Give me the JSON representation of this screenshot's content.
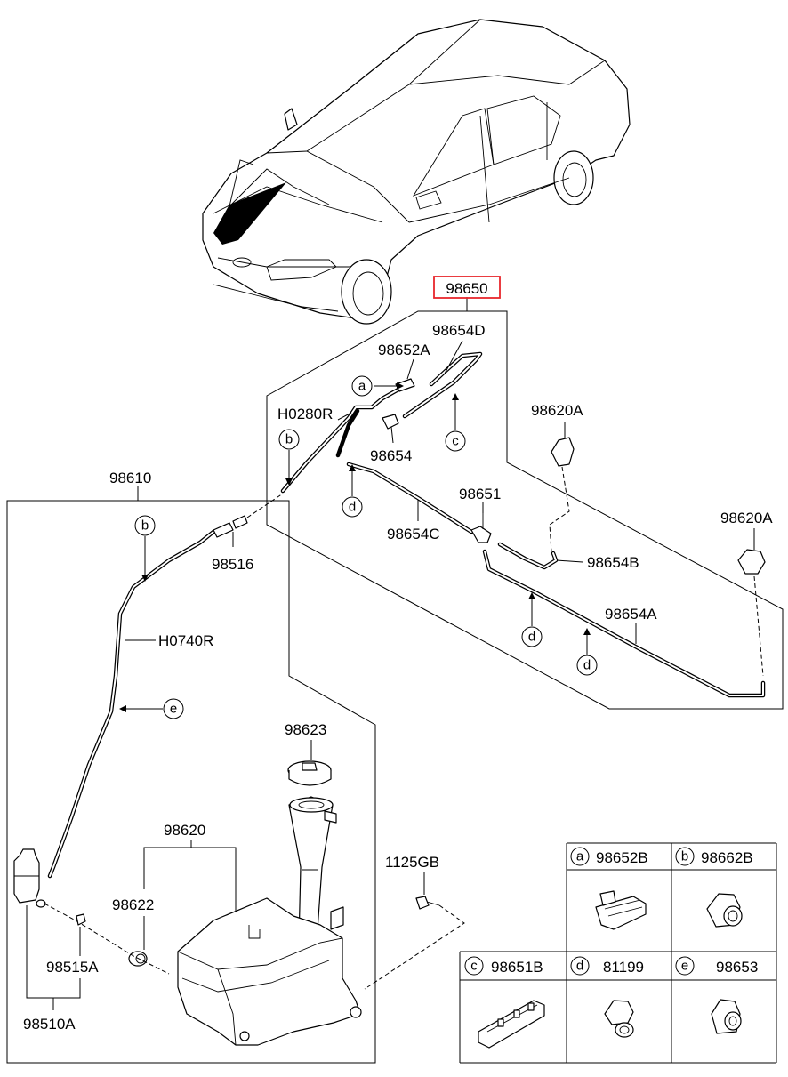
{
  "highlight_color": "#e8262c",
  "main_assembly": {
    "label": "98650"
  },
  "labels": {
    "hose_98654D": "98654D",
    "connector_98652A": "98652A",
    "hose_H0280R": "H0280R",
    "tee_98654": "98654",
    "nozzle_98620A_1": "98620A",
    "nozzle_98620A_2": "98620A",
    "check_valve_98651": "98651",
    "hose_98654C": "98654C",
    "hose_98654B": "98654B",
    "hose_98654A": "98654A",
    "hose_assy_98610": "98610",
    "connector_98516": "98516",
    "hose_H0740R": "H0740R",
    "cap_98623": "98623",
    "reservoir_98620": "98620",
    "grommet_98622": "98622",
    "bolt_1125GB": "1125GB",
    "seal_98515A": "98515A",
    "pump_98510A": "98510A"
  },
  "callouts": {
    "a_top": "a",
    "b_top": "b",
    "c_top": "c",
    "d_top": "d",
    "d_mid1": "d",
    "d_mid2": "d",
    "b_left": "b",
    "e_left": "e"
  },
  "legend": [
    {
      "key": "a",
      "code": "98652B",
      "icon": "clip-a-icon"
    },
    {
      "key": "b",
      "code": "98662B",
      "icon": "clip-b-icon"
    },
    {
      "key": "c",
      "code": "98651B",
      "icon": "clip-c-icon"
    },
    {
      "key": "d",
      "code": "81199",
      "icon": "clip-d-icon"
    },
    {
      "key": "e",
      "code": "98653",
      "icon": "clip-e-icon"
    }
  ]
}
